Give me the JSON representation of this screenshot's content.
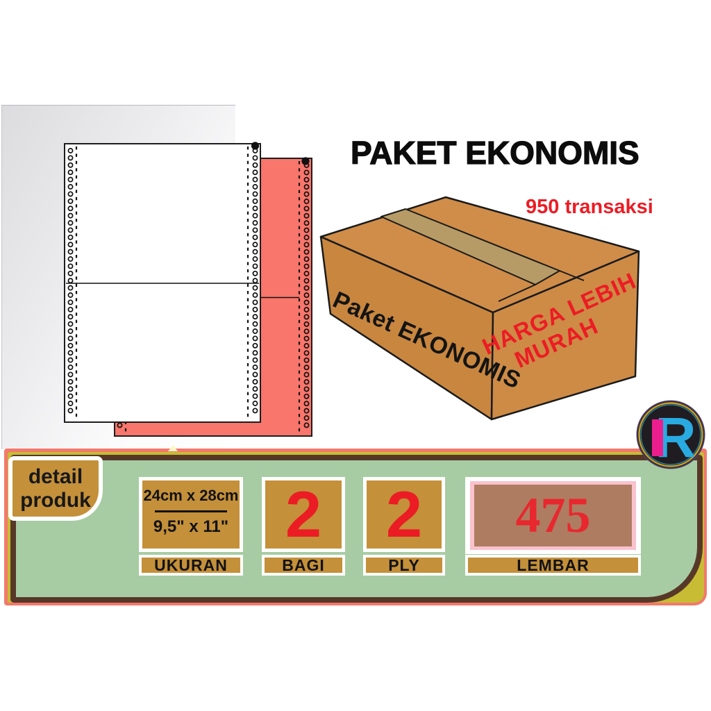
{
  "header": {
    "title": "PAKET EKONOMIS",
    "transactions": "950 transaksi"
  },
  "box": {
    "side_label": "Paket EKONOMIS",
    "promo_line1": "HARGA LEBIH",
    "promo_line2": "MURAH"
  },
  "logo": {
    "letter": "R"
  },
  "panel": {
    "tab": {
      "line1": "detail",
      "line2": "produk"
    },
    "ukuran": {
      "metric": "24cm x 28cm",
      "imperial": "9,5\" x 11\"",
      "label": "UKURAN"
    },
    "bagi": {
      "value": "2",
      "label": "BAGI"
    },
    "ply": {
      "value": "2",
      "label": "PLY"
    },
    "lembar": {
      "value": "475",
      "label": "LEMBAR"
    }
  },
  "colors": {
    "accent_red": "#ec1c24",
    "panel_salmon": "#f2796c",
    "panel_yellow": "#c8bc34",
    "panel_brown": "#573828",
    "panel_green": "#a7cca3",
    "spec_gold": "#c4903a",
    "lembar_brown": "#ae7c61",
    "lembar_pink": "#f9c2cd",
    "sheet_pink": "#f8766b",
    "carton": "#cf8d49",
    "logo_blue": "#29abe2",
    "logo_magenta": "#eb1e8d"
  }
}
